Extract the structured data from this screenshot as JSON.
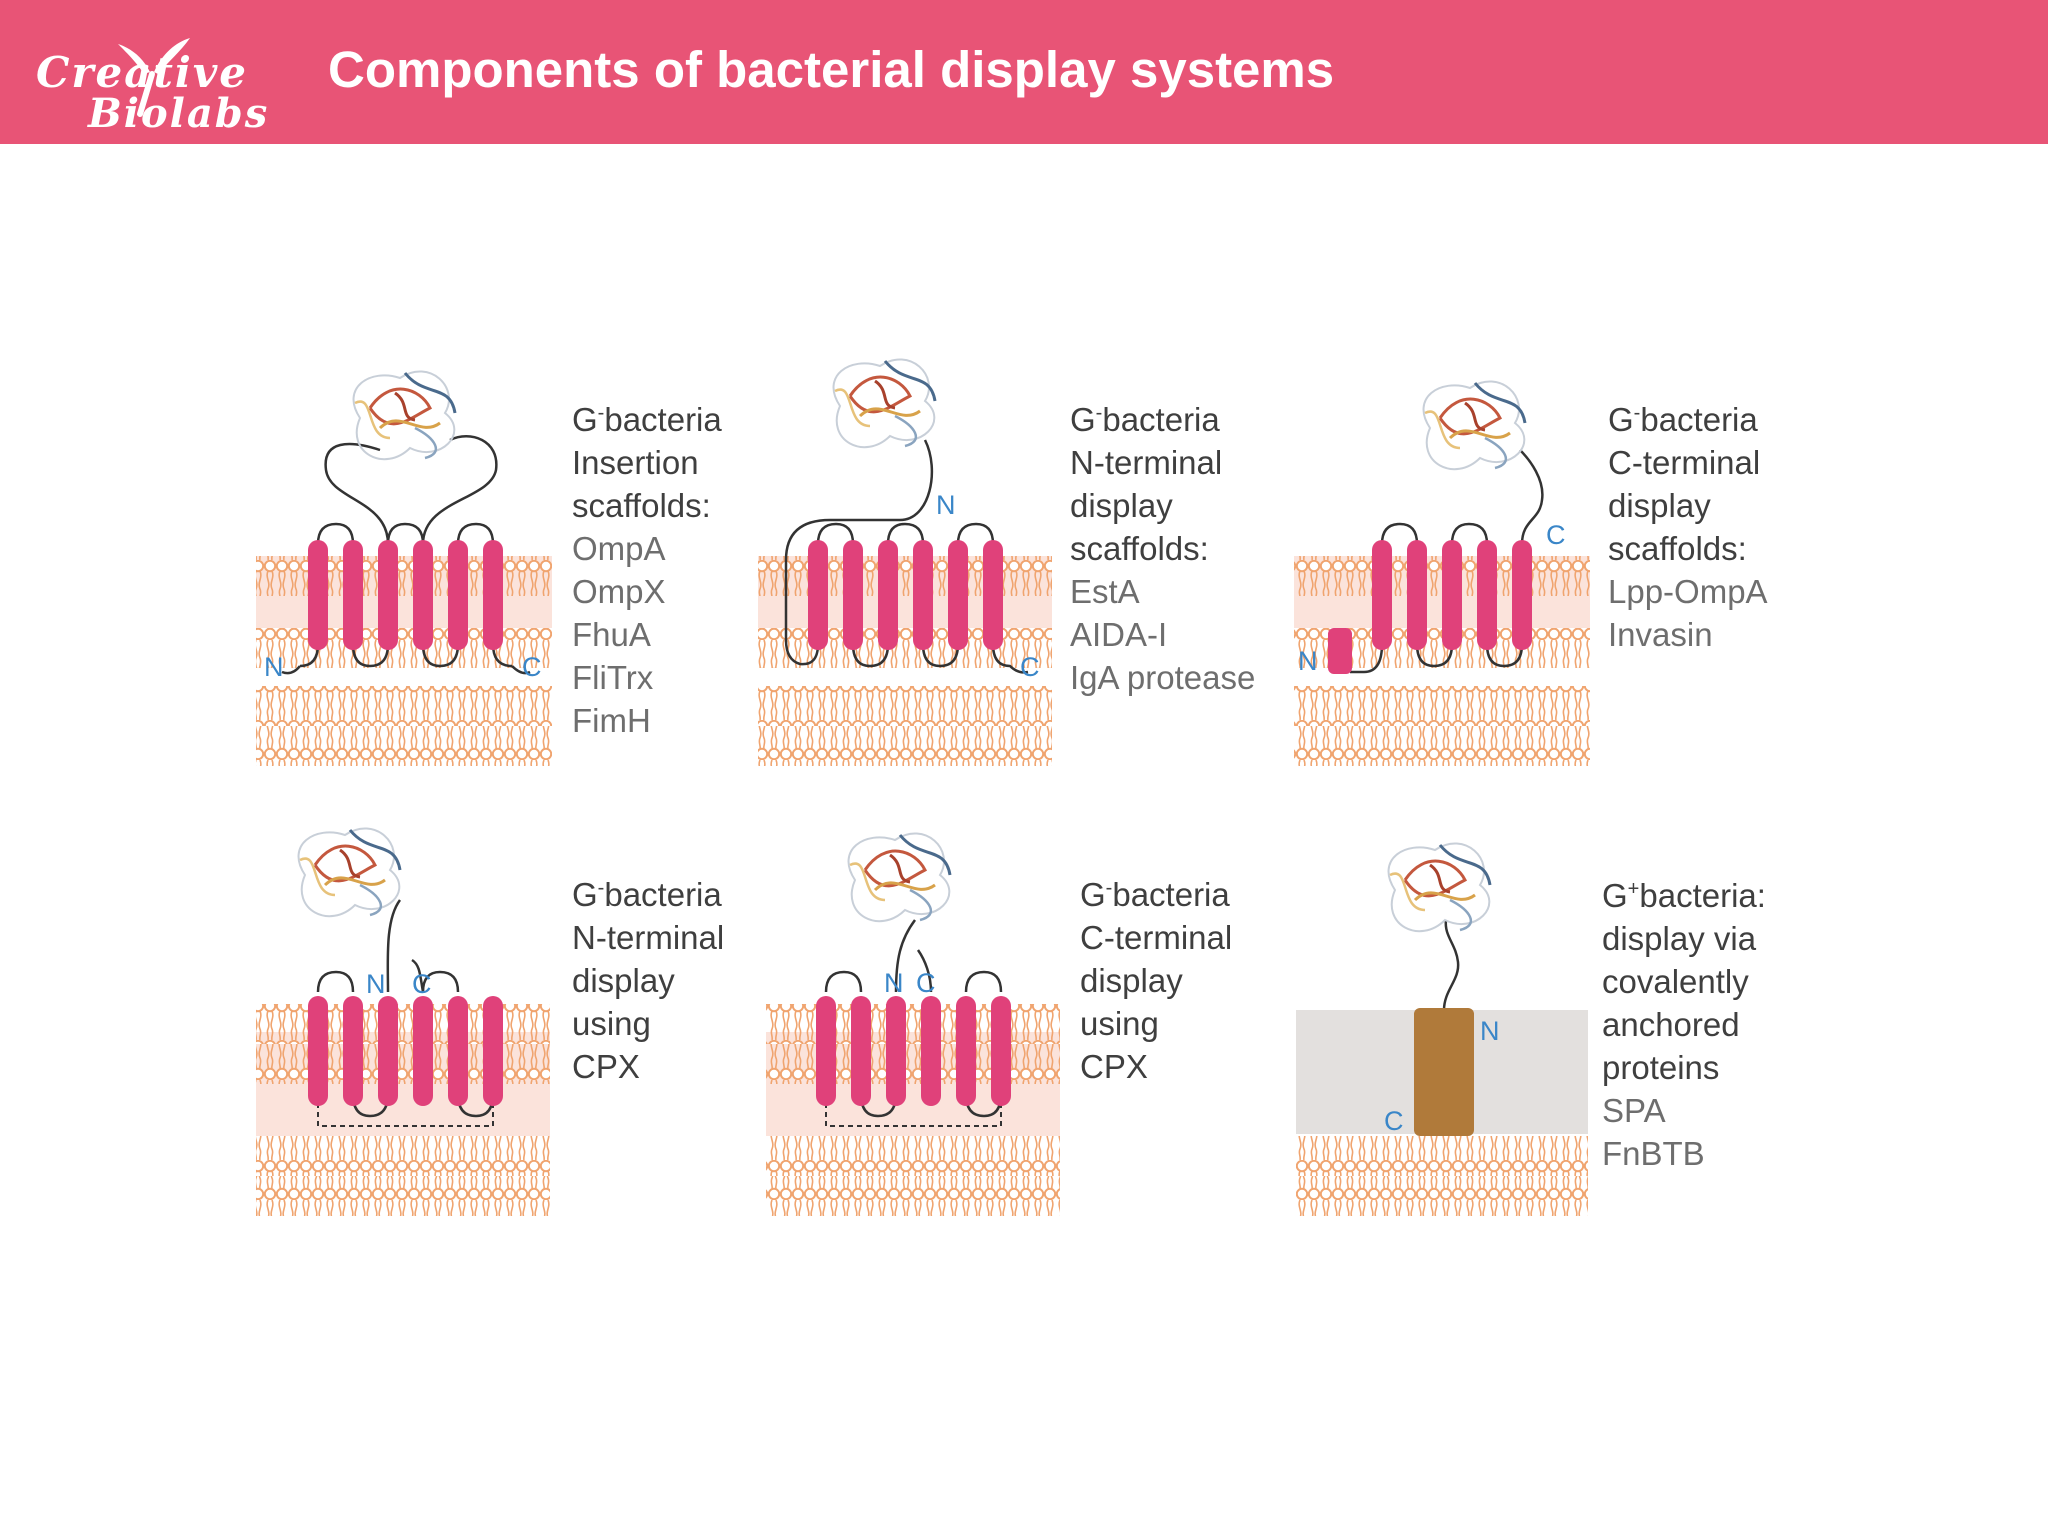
{
  "header": {
    "logo_line1": "Creative",
    "logo_line2": "Biolabs",
    "title": "Components of bacterial display systems",
    "background": "#e85476"
  },
  "colors": {
    "barrel": "#e0417a",
    "lipid": "#f0a46f",
    "membrane_band": "#fbe3db",
    "gpos_wall": "#e3e0de",
    "anchor": "#b07a3a",
    "terminus_label": "#3a86c8"
  },
  "terminus": {
    "N": "N",
    "C": "C"
  },
  "panels": [
    {
      "id": "insertion",
      "heading": {
        "prefix": "G",
        "sup": "-",
        "rest": "bacteria"
      },
      "head_lines": [
        "Insertion",
        "scaffolds:"
      ],
      "items": [
        "OmpA",
        "OmpX",
        "FhuA",
        "FliTrx",
        "FimH"
      ]
    },
    {
      "id": "n-terminal",
      "heading": {
        "prefix": "G",
        "sup": "-",
        "rest": "bacteria"
      },
      "head_lines": [
        "N-terminal",
        "display",
        "scaffolds:"
      ],
      "items": [
        "EstA",
        "AIDA-I",
        "IgA protease"
      ]
    },
    {
      "id": "c-terminal",
      "heading": {
        "prefix": "G",
        "sup": "-",
        "rest": "bacteria"
      },
      "head_lines": [
        "C-terminal",
        "display",
        "scaffolds:"
      ],
      "items": [
        "Lpp-OmpA",
        "Invasin"
      ]
    },
    {
      "id": "cpx-n",
      "heading": {
        "prefix": "G",
        "sup": "-",
        "rest": "bacteria"
      },
      "head_lines": [
        "N-terminal",
        "display",
        "using",
        "CPX"
      ],
      "items": []
    },
    {
      "id": "cpx-c",
      "heading": {
        "prefix": "G",
        "sup": "-",
        "rest": "bacteria"
      },
      "head_lines": [
        "C-terminal",
        "display",
        "using",
        "CPX"
      ],
      "items": []
    },
    {
      "id": "gram-positive",
      "heading": {
        "prefix": "G",
        "sup": "+",
        "rest": "bacteria:"
      },
      "head_lines": [
        "display via",
        "covalently",
        "anchored",
        "proteins"
      ],
      "items": [
        "SPA",
        "FnBTB"
      ]
    }
  ]
}
